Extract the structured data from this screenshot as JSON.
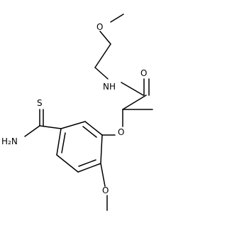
{
  "atoms": {
    "methoxy_o_top": "O",
    "amide_o": "O",
    "amide_nh": "NH",
    "ether_o": "O",
    "thioamide_s": "S",
    "thioamide_nh2": "H₂N",
    "methoxy_o_ring": "O"
  }
}
